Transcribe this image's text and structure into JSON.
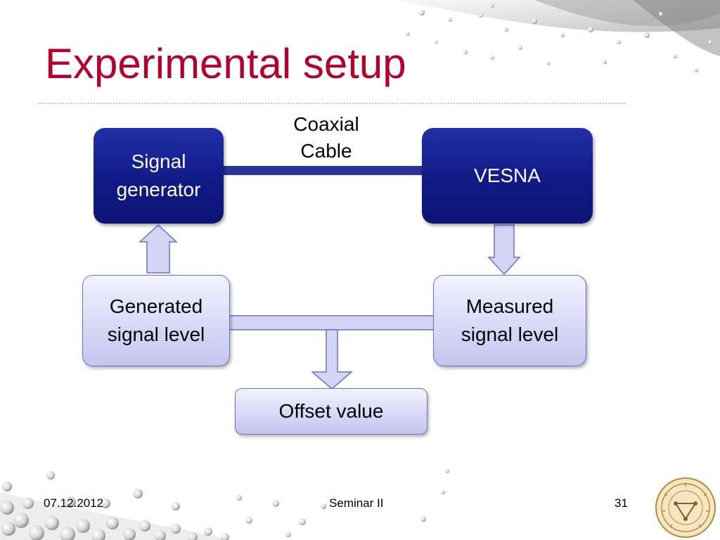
{
  "slide": {
    "title": "Experimental setup",
    "cable_label": "Coaxial Cable",
    "nodes": {
      "signal_generator": "Signal generator",
      "vesna": "VESNA",
      "generated_level": "Generated signal level",
      "measured_level": "Measured signal level",
      "offset": "Offset value"
    },
    "footer": {
      "date": "07.12.2012",
      "center": "Seminar II",
      "page": "31"
    }
  },
  "colors": {
    "title": "#b3002d",
    "dark_box": "#101a86",
    "light_box": "#d6d6f6",
    "connector": "#2a3399",
    "arrow_fill": "#d4d4f4",
    "arrow_stroke": "#6e6fcf"
  }
}
